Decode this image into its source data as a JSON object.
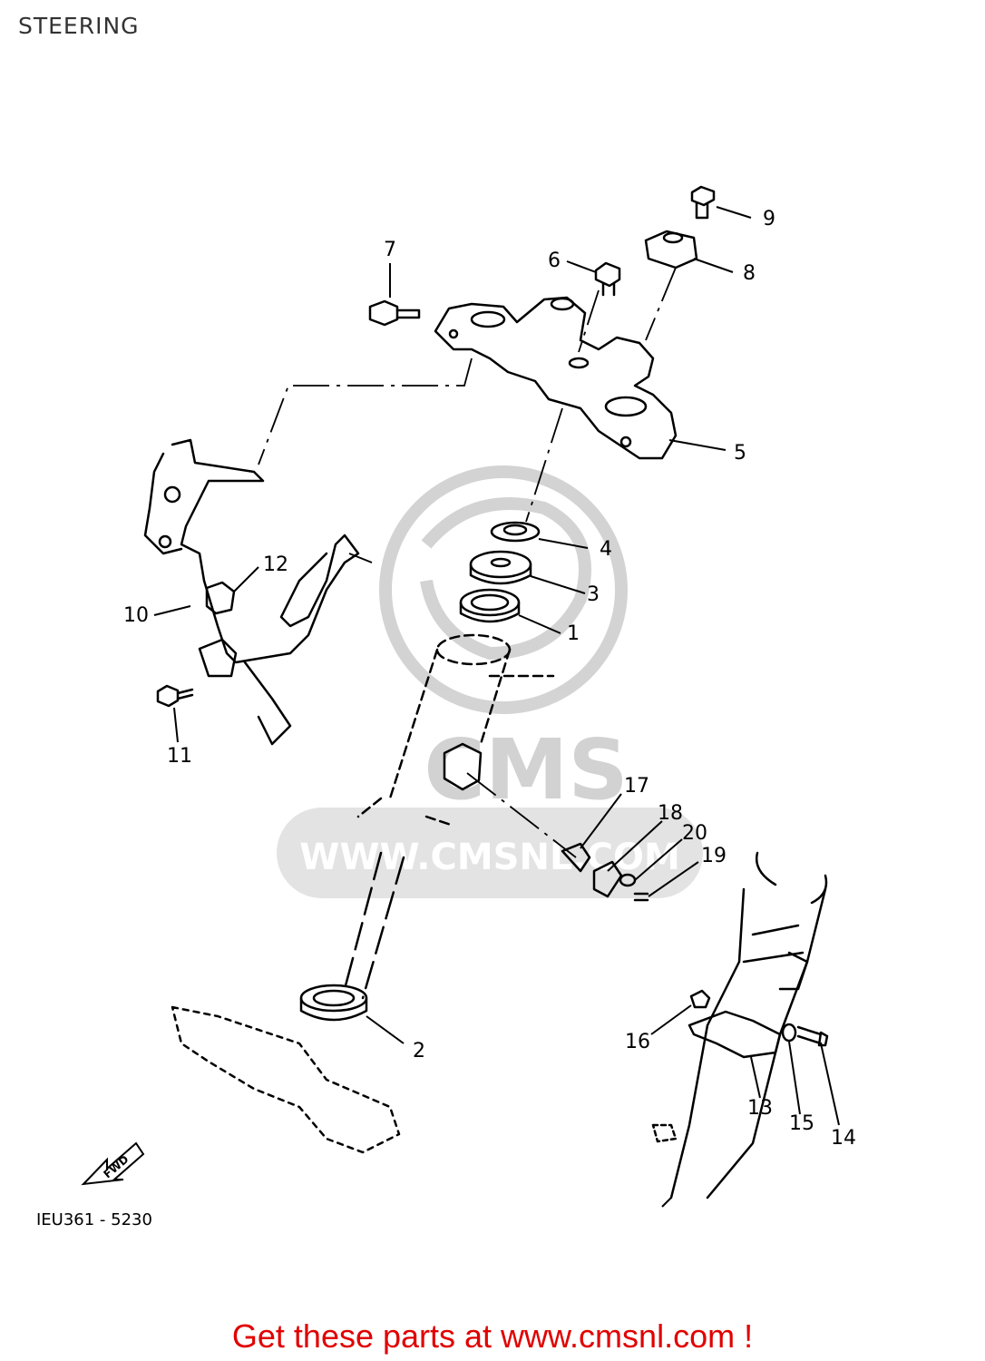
{
  "title": "STEERING",
  "drawing_code": "IEU361 - 5230",
  "fwd_label": "FWD",
  "watermark": {
    "url": "WWW.CMSNL.COM",
    "logo": "CMS"
  },
  "footer": "Get these parts at www.cmsnl.com !",
  "callouts": [
    "1",
    "2",
    "3",
    "4",
    "5",
    "6",
    "7",
    "8",
    "9",
    "10",
    "11",
    "12",
    "13",
    "14",
    "15",
    "16",
    "17",
    "18",
    "19",
    "20"
  ],
  "colors": {
    "footer": "#e00000",
    "line": "#000000",
    "watermark": "#cccccc"
  }
}
